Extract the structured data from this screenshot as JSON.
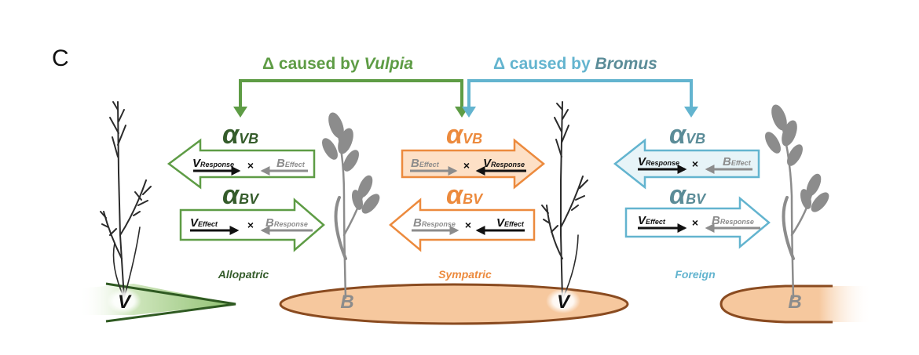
{
  "panel_label": "C",
  "headers": {
    "vulpia": {
      "prefix": "Δ caused by ",
      "species": "Vulpia"
    },
    "bromus": {
      "prefix": "Δ caused by ",
      "species": "Bromus"
    }
  },
  "colors": {
    "green": "#5e9c45",
    "green_dark": "#355c2b",
    "green_fill": "#ffffff",
    "orange": "#ec8a3d",
    "orange_fill": "#fde0c6",
    "blue": "#63b4cf",
    "blue_dark": "#5b8c98",
    "blue_fill": "#e7f4f8",
    "plant_dark": "#2b2b2b",
    "plant_gray": "#8c8c8c",
    "patch": "#f6c89e",
    "patch_edge": "#8a4b20"
  },
  "panels": {
    "allopatric": {
      "label": "Allopatric",
      "alpha_vb": {
        "alpha": "α",
        "sub": "VB"
      },
      "alpha_bv": {
        "alpha": "α",
        "sub": "BV"
      },
      "vb_row": {
        "left_main": "V",
        "left_sub": "Response",
        "times": "×",
        "right_main": "B",
        "right_sub": "Effect"
      },
      "bv_row": {
        "left_main": "V",
        "left_sub": "Effect",
        "times": "×",
        "right_main": "B",
        "right_sub": "Response"
      }
    },
    "sympatric": {
      "label": "Sympatric",
      "alpha_vb": {
        "alpha": "α",
        "sub": "VB"
      },
      "alpha_bv": {
        "alpha": "α",
        "sub": "BV"
      },
      "vb_row": {
        "left_main": "B",
        "left_sub": "Effect",
        "times": "×",
        "right_main": "V",
        "right_sub": "Response"
      },
      "bv_row": {
        "left_main": "B",
        "left_sub": "Response",
        "times": "×",
        "right_main": "V",
        "right_sub": "Effect"
      }
    },
    "foreign": {
      "label": "Foreign",
      "alpha_vb": {
        "alpha": "α",
        "sub": "VB"
      },
      "alpha_bv": {
        "alpha": "α",
        "sub": "BV"
      },
      "vb_row": {
        "left_main": "V",
        "left_sub": "Response",
        "times": "×",
        "right_main": "B",
        "right_sub": "Effect"
      },
      "bv_row": {
        "left_main": "V",
        "left_sub": "Effect",
        "times": "×",
        "right_main": "B",
        "right_sub": "Response"
      }
    }
  },
  "ground_labels": {
    "v1": "V",
    "b1": "B",
    "v2": "V",
    "b2": "B"
  }
}
